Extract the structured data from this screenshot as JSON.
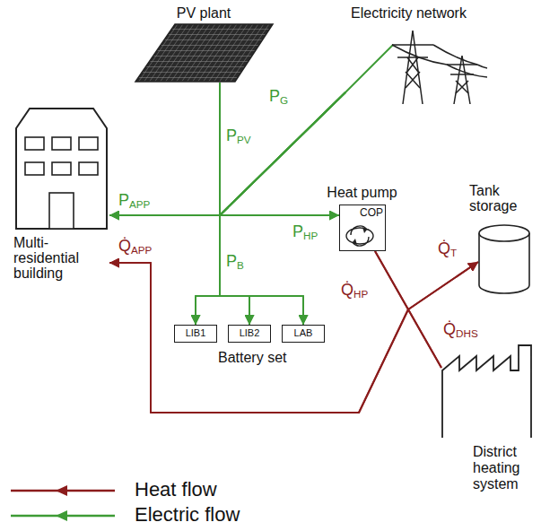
{
  "diagram": {
    "nodes": [
      {
        "text": [
          "PV plant"
        ]
      },
      {
        "text": [
          "Electricity network"
        ]
      },
      {
        "text": [
          "Multi-residential building"
        ]
      },
      {
        "text": [
          "Heat pump",
          "COP"
        ]
      },
      {
        "text": [
          "Tank storage"
        ]
      },
      {
        "text": [
          "LIB1"
        ]
      },
      {
        "text": [
          "LIB2"
        ]
      },
      {
        "text": [
          "LAB"
        ]
      },
      {
        "text": [
          "District heating system"
        ]
      }
    ],
    "edges": [
      {
        "from": 0,
        "to": 2,
        "arrow": "to"
      },
      {
        "from": 0,
        "to": 3,
        "arrow": "to"
      },
      {
        "from": 0,
        "to": 5,
        "arrow": "to"
      },
      {
        "from": 0,
        "to": 6,
        "arrow": "to"
      },
      {
        "from": 0,
        "to": 7,
        "arrow": "to"
      },
      {
        "from": 1,
        "to": 2,
        "arrow": "to"
      },
      {
        "from": 1,
        "to": 3,
        "arrow": "to"
      },
      {
        "from": 1,
        "to": 5,
        "arrow": "to"
      },
      {
        "from": 1,
        "to": 6,
        "arrow": "to"
      },
      {
        "from": 1,
        "to": 7,
        "arrow": "to"
      },
      {
        "from": 3,
        "to": 4,
        "arrow": "to"
      },
      {
        "from": 3,
        "to": 2,
        "arrow": "to"
      },
      {
        "from": 8,
        "to": 4,
        "arrow": "to"
      },
      {
        "from": 8,
        "to": 2,
        "arrow": "to"
      }
    ],
    "labels": [
      "PPV",
      "PG",
      "PAPP",
      "PHP",
      "PB",
      "Battery set",
      "Q̇APP",
      "Q̇HP",
      "Q̇T",
      "Q̇DHS"
    ],
    "legend": [
      {
        "text": "Heat flow"
      },
      {
        "text": "Electric flow"
      }
    ]
  }
}
